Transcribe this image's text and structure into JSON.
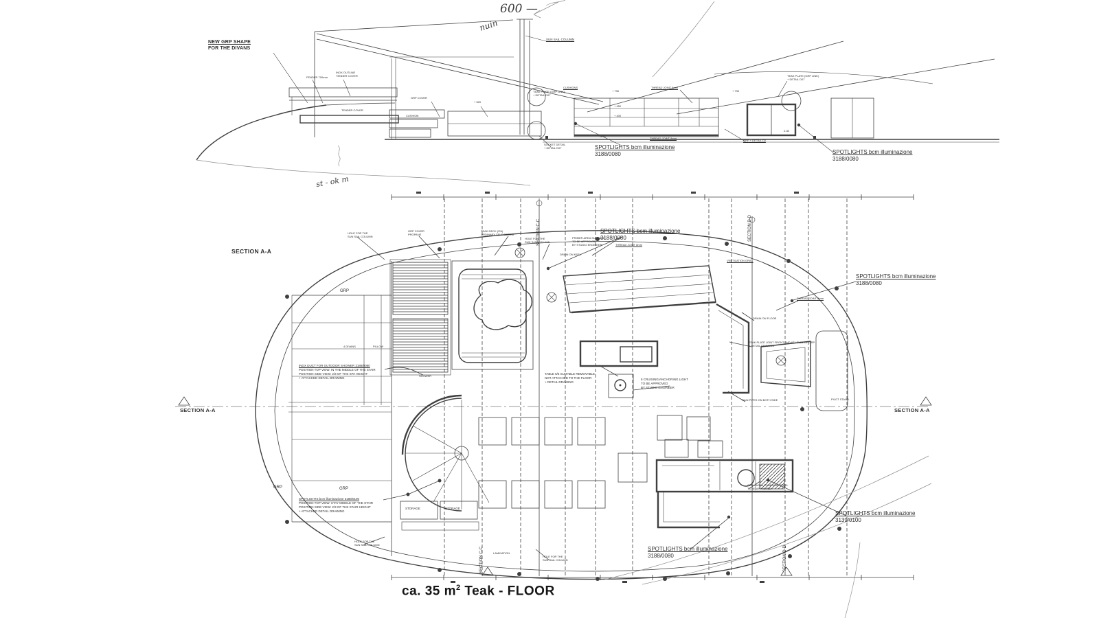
{
  "palette": {
    "ink": "#3f3f3f",
    "faint_ink": "#8f8f8f",
    "paper": "#ffffff"
  },
  "caption": {
    "a": "ca. 35 m",
    "sup": "2",
    "b": " Teak - FLOOR"
  },
  "elevation": {
    "grp_note_1": "NEW GRP SHAPE",
    "grp_note_2": "FOR THE DIVANS",
    "hw_600": "600 —",
    "hw_script": "nuin",
    "hw_note": "st - ok m",
    "sun_sail_column": "SUN SAIL COLUMN",
    "fender": "FENDER 700mm",
    "inox_outline_1": "INOX OUTLINE",
    "inox_outline_2": "TENDER COVER",
    "tender_cover": "TENDER COVER",
    "grp_cover": "GRP COVER",
    "cushion": "CUSHION",
    "plus_520": "+ 520",
    "teak_plate_1": "TEAK PLATE (GRP LINK)",
    "teak_plate_2": "+ DETAIL D07",
    "cushions": "CUSHIONS",
    "plus_730": "+ 730",
    "plus_450": "+ 450",
    "plus_400": "+ 400",
    "thread_joint": "THREAD JOINT 8mm",
    "grp_small": "GRP",
    "socket_detail_1": "SOCKET DETAIL",
    "socket_detail_2": "+ DETAIL D07",
    "grp_detail_d2": "GRP + DETAIL D2",
    "dim_235": "2.35",
    "spotlights": "SPOTLIGHTS bcm illuminazione",
    "code_a": "3188/0080",
    "code_b": "3188/0080"
  },
  "plan": {
    "section_aa": "SECTION A-A",
    "section_cc": "SECTION C-C",
    "section_dd": "SECTION D-D",
    "spotlights": "SPOTLIGHTS bcm illuminazione",
    "code_top": "3188/0080",
    "code_right": "3188/0080",
    "code_bottom_mid": "3188/0080",
    "code_bottom_right": "3139/0100",
    "hole_sun_1": "HOLE FOR THE",
    "hole_sun_2": "SUN SAIL COLUMN",
    "grp_propane_1": "GRP COVER",
    "grp_propane_2": "PROPANE",
    "teak_deck_1": "TEAK DECK (ITA)",
    "teak_deck_2": "ORDINARY SELF SCREW",
    "primer_1": "PRIMER AREA SUITABLE",
    "primer_2": "TO BE APPROVED",
    "primer_3": "BY STUDIO ENGINEER",
    "thread_joint": "THREAD JOINT 8mm",
    "drain_keel": "DRAIN ON KEEL",
    "ventilation": "VENTILATION GRILL",
    "grp": "GRP",
    "divans": "4 DIVANS",
    "pillow": "PILLOW",
    "shower": "SHOWER",
    "note1_1": "INOX DUCT FOR OUTDOOR SHOWER  3188/0080",
    "note1_2": "POSITION TOP VIEW: IN THE MIDDLE OF THE STAIR",
    "note1_3": "POSITION SIDE VIEW: 2/3 OF THE SPA HEIGHT",
    "note1_4": "+ ATTACHED DETAIL DRAWING",
    "note2_1": "SPOTLIGHTS bcm illuminazione  3188/0100",
    "note2_2": "POSITION TOP VIEW: STAY MIDDLE OF THE STAIR",
    "note2_3": "POSITION SIDE VIEW: 2/3 OF THE STAIR HEIGHT",
    "note2_4": "+ ATTACHED DETAIL DRAWING",
    "table_1": "TABLE 5/6 SUITABLE REMOVABLE",
    "table_2": "NOT ATTACHED TO THE FLOOR",
    "table_3": "+ DETAIL DRAWING",
    "cruising_1": "5 CRUISING/ANCHORING LIGHT",
    "cruising_2": "TO BE APPROVED",
    "cruising_3": "BY STUDIO ENGINEER",
    "drain_floor": "DRAIN ON FLOOR",
    "teak_joint_1": "TEAK PLATE JOINT FRONT AND AT LEVEL OF GRP",
    "teak_joint_2": "+ DETAIL DRAWING",
    "rain_pipes": "RAIN PIPES ON BOTH SIDE",
    "pilot_stand": "PILOT STAND",
    "storage": "STORAGE",
    "lamination": "LAMINATION",
    "grill_1": "GRILL AREA STAINLESS STEEL",
    "grill_2": "TO BE APPROVED"
  }
}
